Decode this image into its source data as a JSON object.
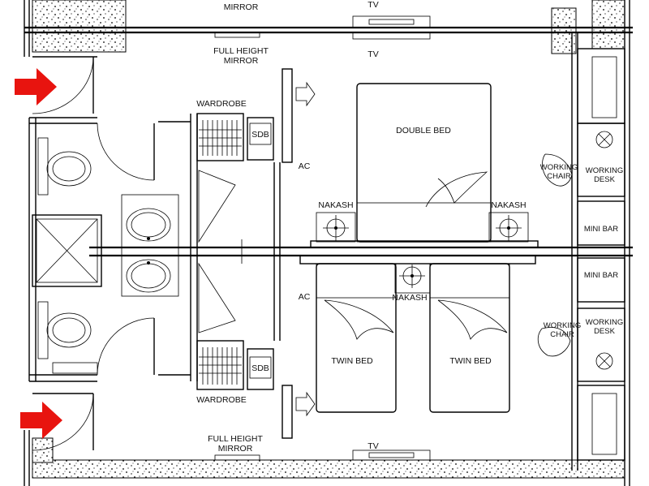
{
  "colors": {
    "line": "#000000",
    "arrow": "#e8140f",
    "background": "#ffffff"
  },
  "labels": {
    "mirror_top": "MIRROR",
    "tv_top": "TV",
    "full_height_mirror_upper": [
      "FULL HEIGHT",
      "MIRROR"
    ],
    "tv_upper": "TV",
    "wardrobe_top": "WARDROBE",
    "sdb_top": "SDB",
    "double_bed": "DOUBLE BED",
    "ac_top": "AC",
    "working_chair_top": [
      "WORKING",
      "CHAIR"
    ],
    "working_desk_top": [
      "WORKING",
      "DESK"
    ],
    "nakash_left": "NAKASH",
    "nakash_right": "NAKASH",
    "mini_bar_top": "MINI BAR",
    "mini_bar_bottom": "MINI BAR",
    "nakash_center": "NAKASH",
    "ac_bottom": "AC",
    "working_chair_bottom": [
      "WORKING",
      "CHAIR"
    ],
    "working_desk_bottom": [
      "WORKING",
      "DESK"
    ],
    "twin_bed_left": "TWIN BED",
    "twin_bed_right": "TWIN BED",
    "sdb_bottom": "SDB",
    "wardrobe_bottom": "WARDROBE",
    "full_height_mirror_lower": [
      "FULL HEIGHT",
      "MIRROR"
    ],
    "tv_bottom": "TV"
  },
  "icons": [
    "entry-arrow-icon",
    "toilet-icon",
    "sink-icon",
    "shower-icon",
    "lamp-icon",
    "safe-deposit-box-icon",
    "ac-arrow-icon",
    "chair-icon"
  ]
}
